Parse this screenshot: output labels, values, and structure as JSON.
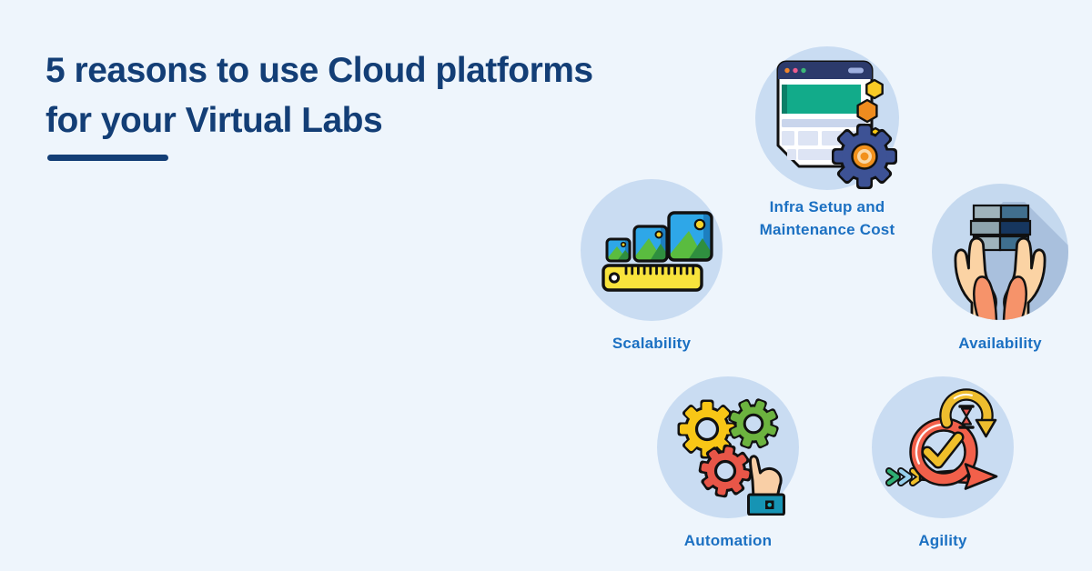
{
  "title": {
    "lines": [
      "5 reasons to use Cloud platforms",
      "for your Virtual Labs"
    ]
  },
  "items": [
    {
      "id": "infra-setup",
      "label_line1": "Infra Setup and",
      "label_line2": "Maintenance Cost",
      "icon": "browser-gear-icon"
    },
    {
      "id": "scalability",
      "label_line1": "Scalability",
      "label_line2": "",
      "icon": "images-ruler-icon"
    },
    {
      "id": "availability",
      "label_line1": "Availability",
      "label_line2": "",
      "icon": "hands-server-icon"
    },
    {
      "id": "automation",
      "label_line1": "Automation",
      "label_line2": "",
      "icon": "gears-hand-icon"
    },
    {
      "id": "agility",
      "label_line1": "Agility",
      "label_line2": "",
      "icon": "sprint-loop-icon"
    }
  ],
  "colors": {
    "background": "#eef5fc",
    "title_text": "#133e76",
    "label_text": "#1b70c2",
    "circle_fill": "#c9dcf2",
    "teal_banner": "#12ab8a",
    "navy_ui": "#2c3a6b",
    "gear_navy": "#3d5295",
    "accent_orange": "#f2911d",
    "accent_yellow": "#f8c616",
    "accent_red": "#e85648",
    "accent_green": "#6cb33f"
  }
}
